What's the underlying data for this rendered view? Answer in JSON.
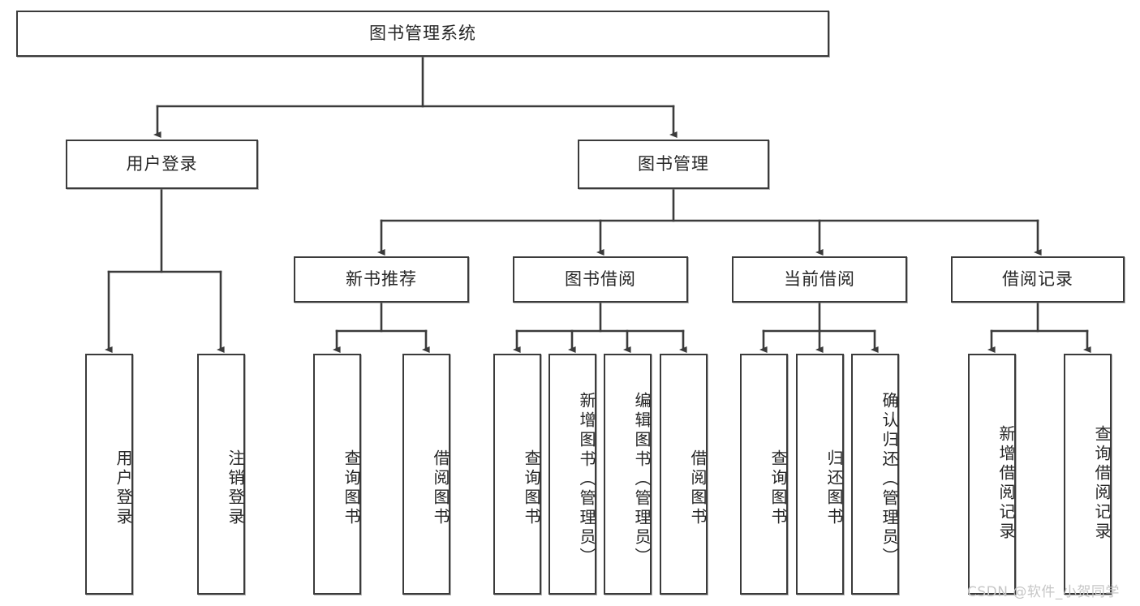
{
  "diagram": {
    "title": "图书管理系统",
    "watermark": "CSDN @软件_小贺同学",
    "stroke_color": "#3b3b3b",
    "text_color": "#262626",
    "background_color": "#ffffff",
    "watermark_color": "#c6c6c6"
  },
  "nodes": {
    "root": {
      "label": "图书管理系统"
    },
    "level2": [
      {
        "id": "user-login",
        "label": "用户登录"
      },
      {
        "id": "book-manage",
        "label": "图书管理"
      }
    ],
    "level3": [
      {
        "id": "new-book-recommend",
        "label": "新书推荐"
      },
      {
        "id": "book-borrow",
        "label": "图书借阅"
      },
      {
        "id": "current-borrow",
        "label": "当前借阅"
      },
      {
        "id": "borrow-record",
        "label": "借阅记录"
      }
    ],
    "leaves": [
      {
        "id": "leaf-user-login",
        "label": "用户登录",
        "parent": "user-login"
      },
      {
        "id": "leaf-logout-login",
        "label": "注销登录",
        "parent": "user-login"
      },
      {
        "id": "leaf-query-book-1",
        "label": "查询图书",
        "parent": "new-book-recommend"
      },
      {
        "id": "leaf-borrow-book-1",
        "label": "借阅图书",
        "parent": "new-book-recommend"
      },
      {
        "id": "leaf-query-book-2",
        "label": "查询图书",
        "parent": "book-borrow"
      },
      {
        "id": "leaf-add-book",
        "label": "新增图书（管理员）",
        "parent": "book-borrow"
      },
      {
        "id": "leaf-edit-book",
        "label": "编辑图书（管理员）",
        "parent": "book-borrow"
      },
      {
        "id": "leaf-borrow-book-2",
        "label": "借阅图书",
        "parent": "book-borrow"
      },
      {
        "id": "leaf-query-book-3",
        "label": "查询图书",
        "parent": "current-borrow"
      },
      {
        "id": "leaf-return-book",
        "label": "归还图书",
        "parent": "current-borrow"
      },
      {
        "id": "leaf-confirm-return",
        "label": "确认归还（管理员）",
        "parent": "current-borrow"
      },
      {
        "id": "leaf-add-record",
        "label": "新增借阅记录",
        "parent": "borrow-record"
      },
      {
        "id": "leaf-query-record",
        "label": "查询借阅记录",
        "parent": "borrow-record"
      }
    ]
  }
}
